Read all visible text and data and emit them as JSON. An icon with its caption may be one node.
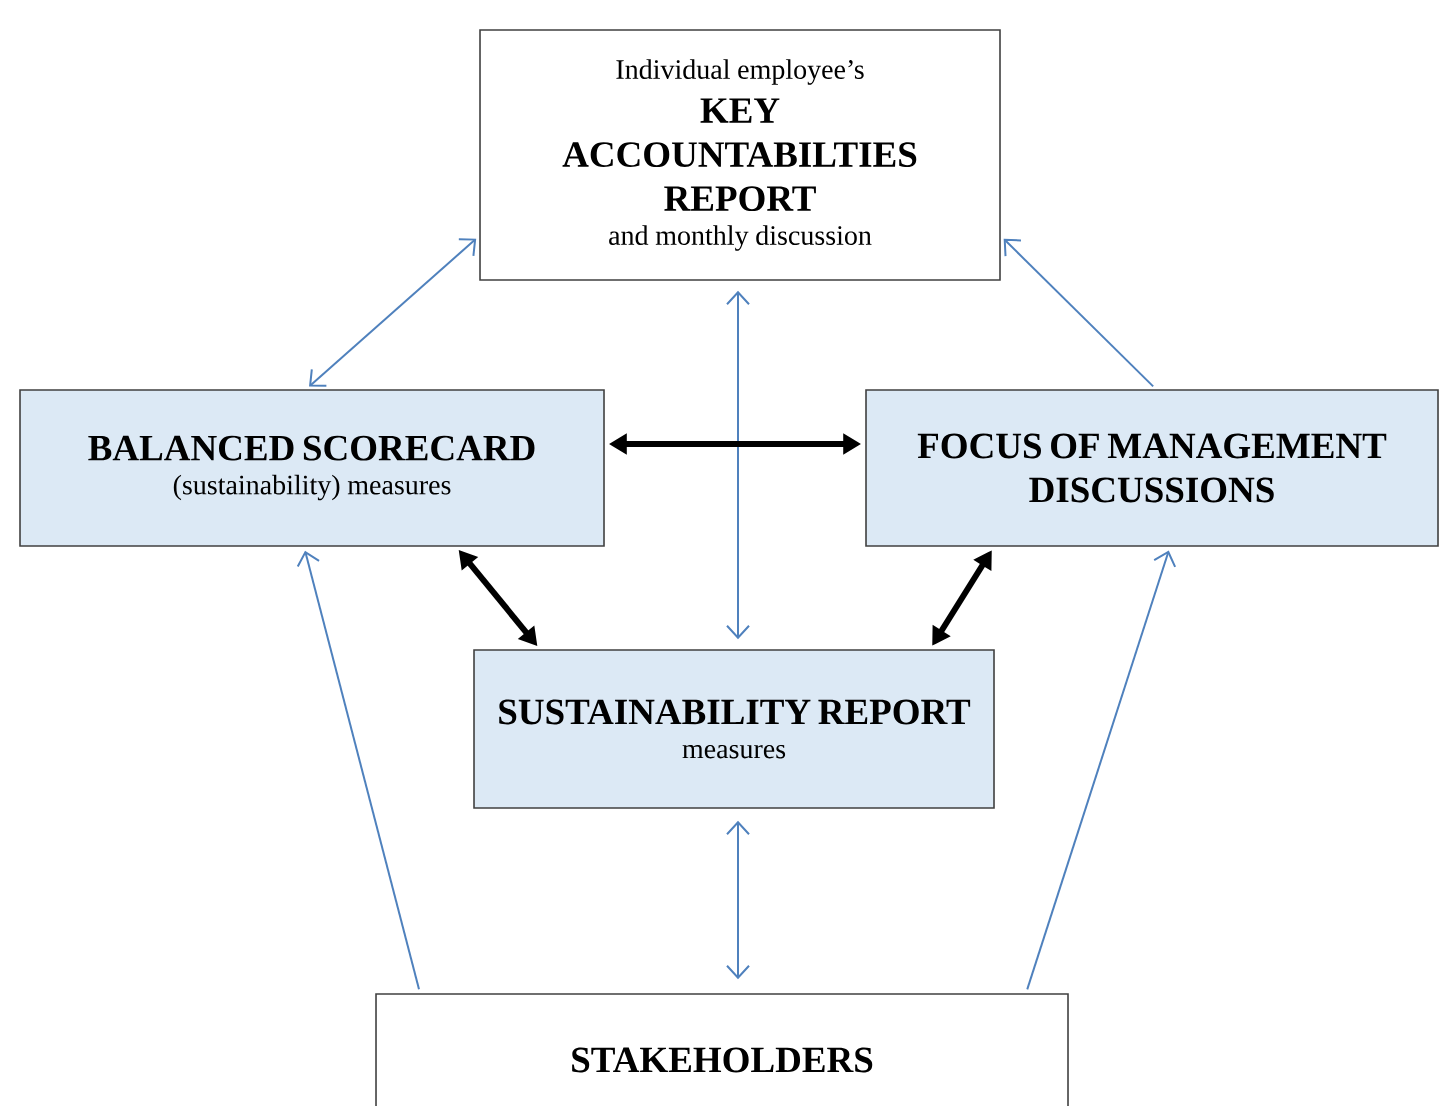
{
  "diagram": {
    "nodes": [
      {
        "text": [
          "Individual employee’s",
          "KEY ACCOUNTABILTIES REPORT",
          "and monthly discussion"
        ]
      },
      {
        "text": [
          "BALANCED SCORECARD",
          "(sustainability) measures"
        ]
      },
      {
        "text": [
          "FOCUS OF MANAGEMENT DISCUSSIONS"
        ]
      },
      {
        "text": [
          "SUSTAINABILITY REPORT",
          "measures"
        ]
      },
      {
        "text": [
          "STAKEHOLDERS"
        ]
      }
    ],
    "edges": [
      {
        "from": 0,
        "to": 1,
        "arrow": "both"
      },
      {
        "from": 2,
        "to": 0,
        "arrow": "to"
      },
      {
        "from": 0,
        "to": 3,
        "arrow": "both"
      },
      {
        "from": 1,
        "to": 2,
        "arrow": "both",
        "style": "thick",
        "color": "#000000"
      },
      {
        "from": 1,
        "to": 3,
        "arrow": "both",
        "style": "thick",
        "color": "#000000"
      },
      {
        "from": 2,
        "to": 3,
        "arrow": "both",
        "style": "thick",
        "color": "#000000"
      },
      {
        "from": 3,
        "to": 4,
        "arrow": "both"
      },
      {
        "from": 4,
        "to": 1,
        "arrow": "to"
      },
      {
        "from": 4,
        "to": 2,
        "arrow": "to"
      }
    ]
  }
}
